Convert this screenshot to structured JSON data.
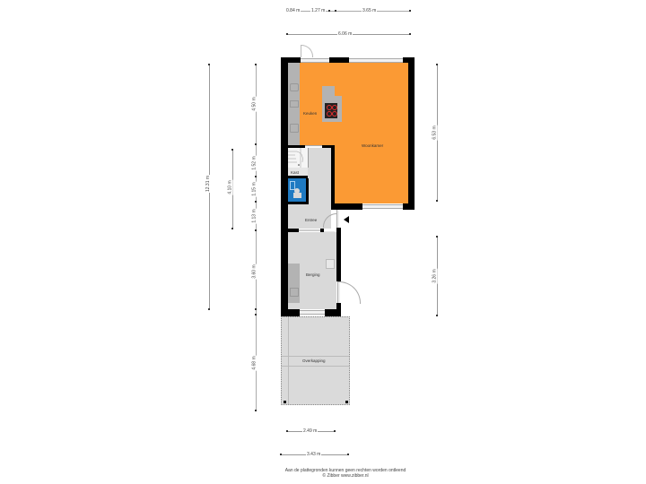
{
  "floorplan": {
    "rooms": [
      {
        "name": "Keuken"
      },
      {
        "name": "Woonkamer"
      },
      {
        "name": "Kast"
      },
      {
        "name": "Entree"
      },
      {
        "name": "Berging"
      },
      {
        "name": "Overkapping"
      }
    ],
    "colors": {
      "living_area": "#fb9a34",
      "toilet": "#1f7ac2",
      "walls": "#000000",
      "floor": "#d9d9d9"
    }
  },
  "dimensions": {
    "top": {
      "segment_1": "0.84 m",
      "segment_2": "1.27 m",
      "segment_3": "3.65 m",
      "total": "6.06 m"
    },
    "left": {
      "total": "12.31 m",
      "inner": "4.10 m",
      "seg_kitchen": "4.50 m",
      "seg_stair": "1.52 m",
      "seg_toilet": "1.15 m",
      "seg_entree": "1.13 m",
      "seg_berging": "3.60 m",
      "seg_overkapping": "4.68 m"
    },
    "right": {
      "living": "6.53 m",
      "berging": "3.26 m"
    },
    "bottom": {
      "inner": "2.49 m",
      "outer": "3.43 m"
    }
  },
  "footer": {
    "line1": "Aan de plattegronden kunnen geen rechten worden ontleend",
    "line2": "© Zibber www.zibber.nl"
  }
}
